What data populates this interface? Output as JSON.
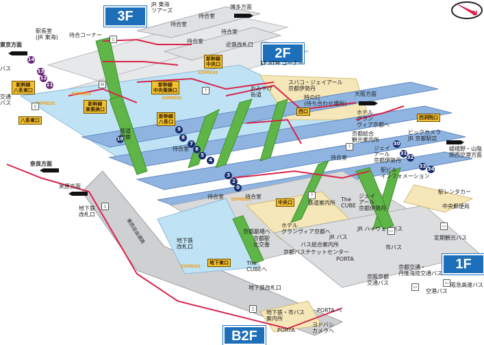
{
  "floors": {
    "f3": "3F",
    "f2": "2F",
    "f1": "1F",
    "b2": "B2F"
  },
  "colors": {
    "floor_badge": "#1c6fb8",
    "exit_label_bg": "#f2c12e",
    "route_line": "#d8224a",
    "escalator": "#5fb547",
    "platform": "#8fb4e0",
    "concourse": "#bfe3f5",
    "floor_gray": "#d9dadb",
    "shop_area": "#f6e7b8",
    "track_number": "#1a2f6e",
    "kintetsu_number": "#6a2a7a"
  },
  "directions": {
    "tokyo": "東京方面",
    "hakata": "博多方面",
    "osaka": "大阪方面",
    "nara": "奈良方面",
    "maibara": "米原方面",
    "sagano": "嵯峨野・山陰・\n関西空港方面"
  },
  "exits": {
    "shinkansen_hachijo_east": "新幹線\n八条東口",
    "hachijo_east": "八条東口",
    "shinkansen_east_transfer": "新幹線\n東乗換口",
    "shinkansen_central_transfer": "新幹線\n中央乗換口",
    "shinkansen_hachijo": "新幹線\n八条口",
    "shinkansen_central": "新幹線\n中央口",
    "west": "西口",
    "west_transfer": "西洞院口",
    "central": "中央口",
    "underground_east": "地下東口"
  },
  "labels": {
    "station_master": "駅長室\n(JR 東海)",
    "waiting_corner": "待合コーナー",
    "jr_tokai_tours": "JR 東海\nツアーズ",
    "waiting_room": "待合室",
    "kintetsu_gate": "近鉄改札口",
    "atm": "1F ATM コーナー",
    "omiyage": "おみやげ\n街道",
    "spaco": "スバコ・ジェイアール\n京都伊勢丹",
    "tokinohi": "時の灯\n(待ち合わせ場所)",
    "hotel_granvia": "ホテル\nグラン\nヴィア京都へ",
    "tourist_info": "京都総合\n観光案内所",
    "bic_camera": "ビックカメラ\nJR 京都駅店",
    "jr_isetan": "ジェイ\nアール\n京都伊勢丹",
    "station_bldg_info": "駅ビル\nインフォメーション",
    "rent_a_car": "駅レンタカー",
    "post_office": "中央郵便局",
    "railway_police": "鉄道\n警察",
    "rail_info": "鉄道案内所",
    "the_cube": "The\nCUBE",
    "the_cube_to": "The\nCUBEへ",
    "hotel_granvia_to": "ホテル\nグランヴィア京都へ",
    "kyoto_theater": "京都劇場へ",
    "north_koban": "京都駅\n北交番",
    "jr_bus": "JR バス",
    "bus_info": "バス総合案内所",
    "bus_ticket": "京都バスチケットセンター",
    "porta": "PORTA",
    "jr_highway_bus": "JR ハイウェイバス",
    "city_bus": "市バス",
    "teiki_bus": "定期観光バス",
    "keihan_bus": "京阪京都\n交通バス",
    "kyoto_kotsu_bus": "京都交通・\n丹後海陸交通バス",
    "hankyu_bus": "阪急高速バス",
    "airport_bus": "空港バス",
    "subway_gate_west": "地下鉄\n改札口",
    "subway_gate": "地下鉄\n改札口",
    "subway_gate_b": "地下鉄改札口",
    "east_west_passage": "東西自由通路",
    "subway_citybus_info": "地下鉄・市バス\n案内所",
    "porta_to": "PORTA へ",
    "yodobashi": "ヨドバシ\nカメラへ",
    "kotsu_bus": "交通\nバス",
    "bus": "バス",
    "ex_label": "EXPRESS"
  },
  "tracks": {
    "shinkansen": [
      "14",
      "13",
      "12",
      "11"
    ],
    "conventional": [
      "10",
      "9",
      "8",
      "7",
      "6",
      "5",
      "4",
      "3",
      "2",
      "0"
    ],
    "west": [
      "30",
      "31",
      "32",
      "33",
      "34"
    ]
  },
  "compass": {
    "label": "N"
  }
}
